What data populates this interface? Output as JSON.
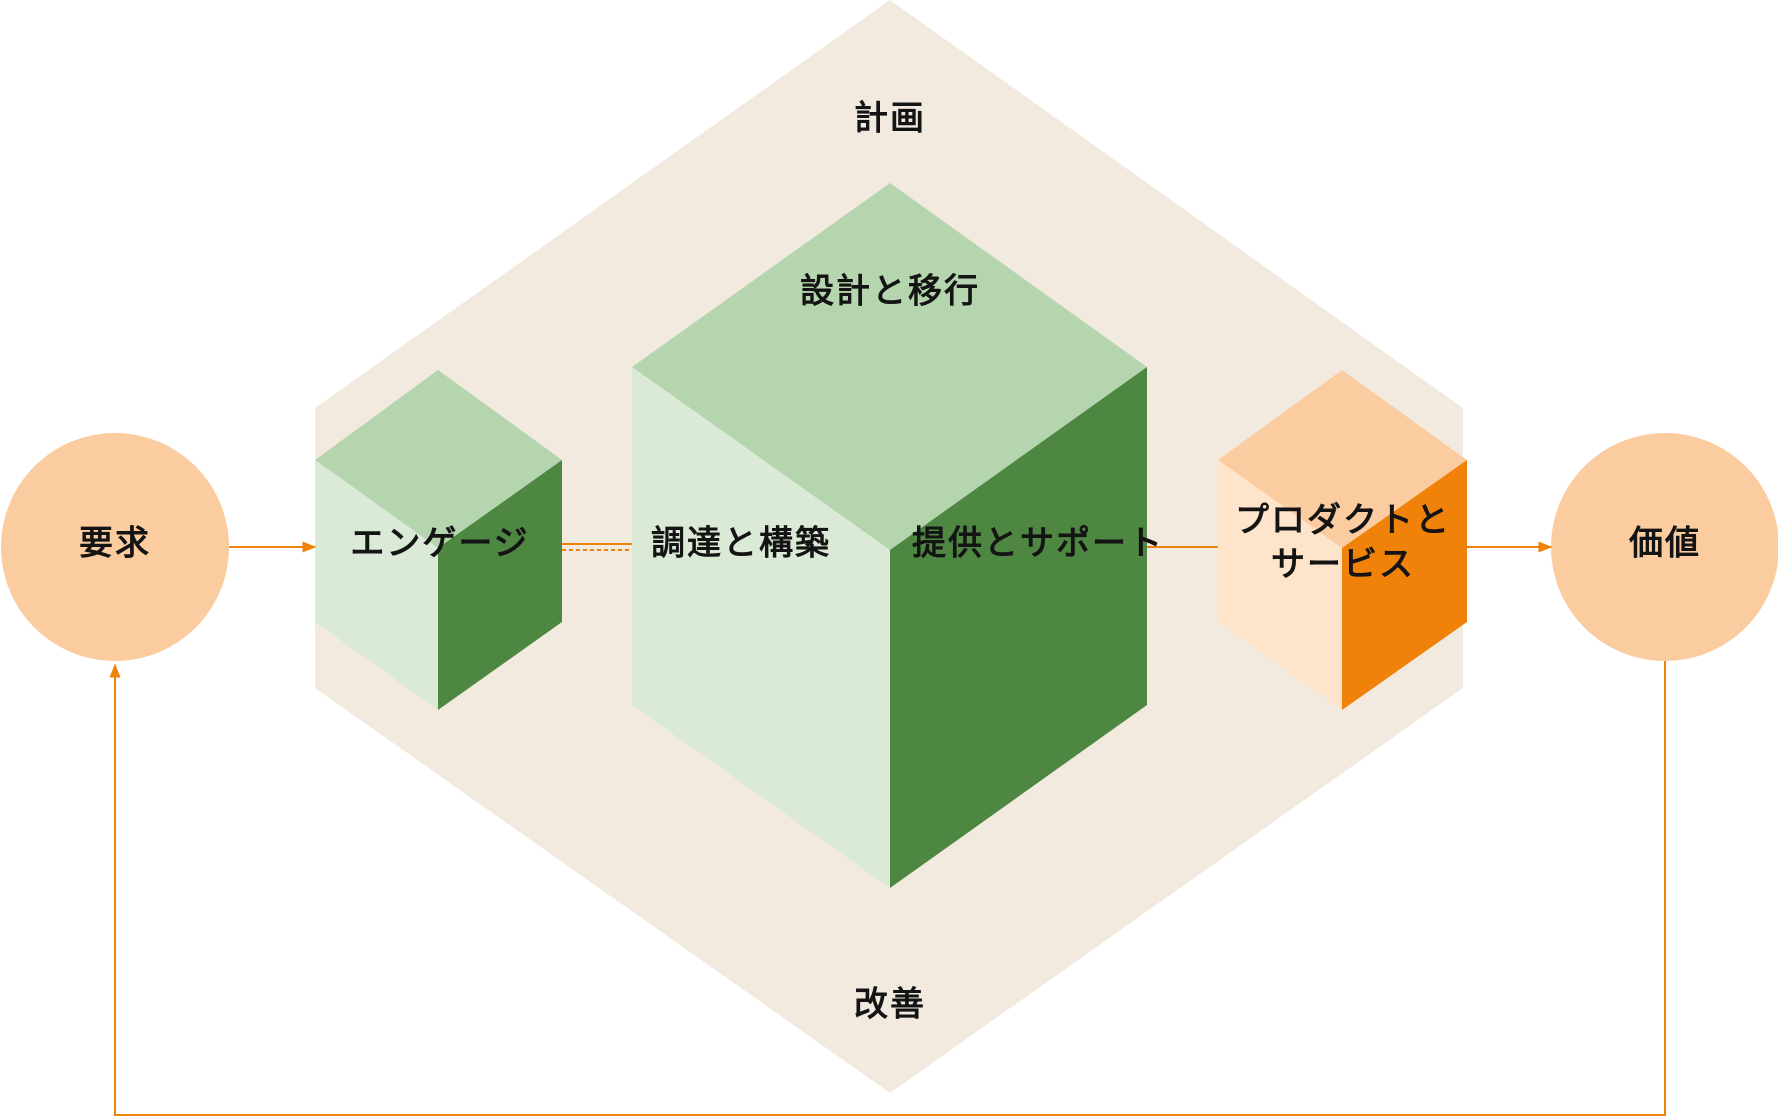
{
  "colors": {
    "hexagon": "#f2eadf",
    "green_top": "#b4d5ad",
    "green_left": "#daead6",
    "green_right": "#4e8742",
    "orange_top": "#fbcc9f",
    "orange_left": "#fde4cb",
    "orange_right": "#f08209",
    "circle": "#fbcc9f",
    "arrow": "#f08209",
    "text": "#141414"
  },
  "labels": {
    "plan": "計画",
    "improve": "改善",
    "design_transition": "設計と移行",
    "engage": "エンゲージ",
    "obtain_build": "調達と構築",
    "deliver_support": "提供とサポート",
    "products_services_line1": "プロダクトと",
    "products_services_line2": "サービス",
    "demand": "要求",
    "value": "価値"
  }
}
